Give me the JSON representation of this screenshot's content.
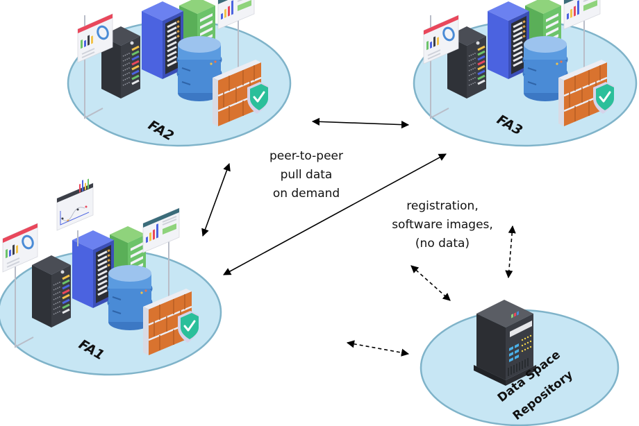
{
  "diagram": {
    "nodes": [
      {
        "id": "fa2",
        "label": "FA2",
        "kind": "federated-site"
      },
      {
        "id": "fa3",
        "label": "FA3",
        "kind": "federated-site"
      },
      {
        "id": "fa1",
        "label": "FA1",
        "kind": "federated-site"
      },
      {
        "id": "repo",
        "label_line1": "Data Space",
        "label_line2": "Repository",
        "kind": "repository"
      }
    ],
    "edges": [
      {
        "from": "fa2",
        "to": "fa3",
        "style": "solid",
        "direction": "both"
      },
      {
        "from": "fa2",
        "to": "fa1",
        "style": "solid",
        "direction": "both"
      },
      {
        "from": "fa1",
        "to": "fa3",
        "style": "solid",
        "direction": "both"
      },
      {
        "from": "fa3",
        "to": "repo",
        "style": "dashed",
        "direction": "both"
      },
      {
        "from": "fa2",
        "to": "repo",
        "style": "dashed",
        "direction": "both"
      },
      {
        "from": "fa1",
        "to": "repo",
        "style": "dashed",
        "direction": "both"
      }
    ],
    "annotations": {
      "peer": [
        "peer-to-peer",
        "pull data",
        "on demand"
      ],
      "repo": [
        "registration,",
        "software images,",
        "(no data)"
      ]
    },
    "colors": {
      "ellipse_fill": "#c7e6f4",
      "ellipse_stroke": "#7fb3c9",
      "arrow": "#000000",
      "rack_dark": "#3a3d44",
      "rack_blue": "#4b63e0",
      "rack_green": "#6cc36a",
      "db_blue": "#4a8bd6",
      "brick": "#d9732f",
      "shield": "#2bbf9a",
      "panel_red": "#e9475b",
      "panel_teal": "#3b6c7a",
      "panel_dark": "#3c3f47"
    }
  }
}
